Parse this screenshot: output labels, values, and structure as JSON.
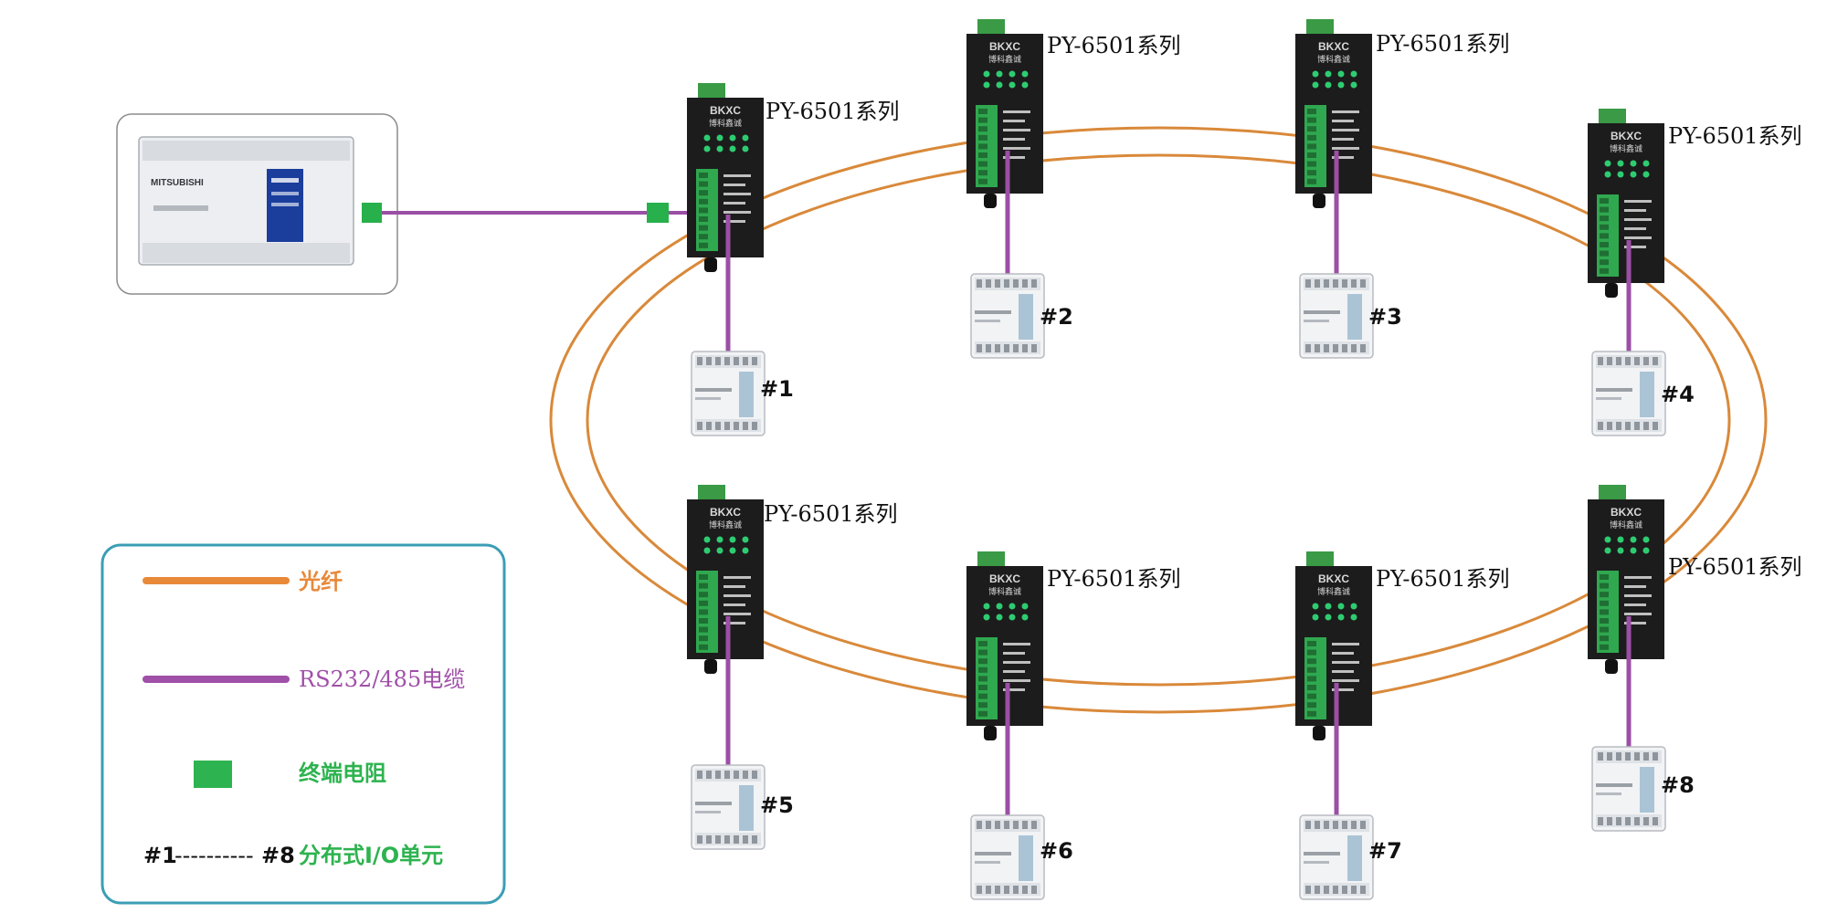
{
  "diagram": {
    "colors": {
      "fiber": "#d9893a",
      "cable": "#9b4fa5",
      "terminator": "#27b04b",
      "legend_border": "#3b9eb5",
      "converter_body": "#1c1c1c",
      "converter_terminal": "#2fa84f",
      "led": "#2ecc71"
    },
    "converter_brand": "BKXC",
    "converter_brand_cn": "博科鑫诚",
    "plc_brand": "MITSUBISHI",
    "converters": [
      {
        "id": "c1",
        "label": "PY-6501系列"
      },
      {
        "id": "c2",
        "label": "PY-6501系列"
      },
      {
        "id": "c3",
        "label": "PY-6501系列"
      },
      {
        "id": "c4",
        "label": "PY-6501系列"
      },
      {
        "id": "c5",
        "label": "PY-6501系列"
      },
      {
        "id": "c6",
        "label": "PY-6501系列"
      },
      {
        "id": "c7",
        "label": "PY-6501系列"
      },
      {
        "id": "c8",
        "label": "PY-6501系列"
      }
    ],
    "io_units": [
      {
        "id": "u1",
        "label": "#1"
      },
      {
        "id": "u2",
        "label": "#2"
      },
      {
        "id": "u3",
        "label": "#3"
      },
      {
        "id": "u4",
        "label": "#4"
      },
      {
        "id": "u5",
        "label": "#5"
      },
      {
        "id": "u6",
        "label": "#6"
      },
      {
        "id": "u7",
        "label": "#7"
      },
      {
        "id": "u8",
        "label": "#8"
      }
    ]
  },
  "legend": {
    "fiber_label": "光纤",
    "cable_label": "RS232/485电缆",
    "terminator_label": "终端电阻",
    "range_start": "#1",
    "range_dashes": "----------",
    "range_end": "#8",
    "io_label": "分布式I/O单元",
    "fiber_color": "#e8893a",
    "cable_color": "#a050a8",
    "terminator_color": "#2db34f",
    "io_color": "#2db34f"
  }
}
